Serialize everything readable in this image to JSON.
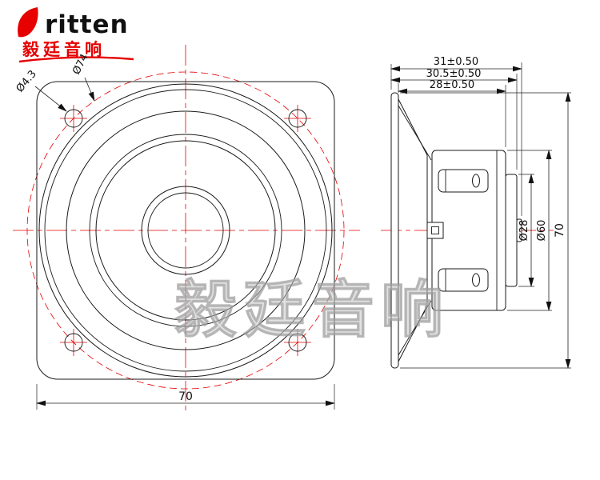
{
  "logo": {
    "brand": "ritten",
    "chinese": "毅廷音响"
  },
  "watermark": {
    "text": "毅廷音响"
  },
  "front_view": {
    "hole_diameter_label": "Ø4.3",
    "bolt_circle_label": "Ø74",
    "width_dim": "70"
  },
  "side_view": {
    "depth_total": "31±0.50",
    "depth_mid": "30.5±0.50",
    "depth_inner": "28±0.50",
    "height_dim": "70",
    "pole_dia": "Ø28",
    "magnet_dia": "Ø60"
  },
  "colors": {
    "accent_red": "#e60000",
    "line_black": "#1a1a1a",
    "watermark_gray": "#c6c6c6"
  }
}
